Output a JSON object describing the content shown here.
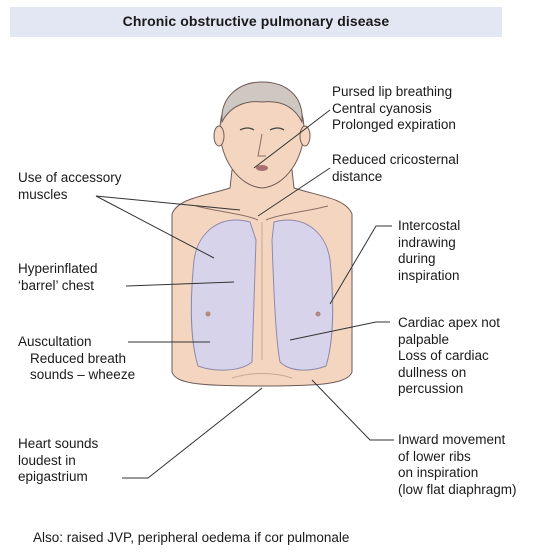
{
  "title": "Chronic obstructive pulmonary disease",
  "labels": {
    "pursed": [
      "Pursed lip breathing",
      "Central cyanosis",
      "Prolonged expiration"
    ],
    "cricosternal": [
      "Reduced cricosternal",
      "distance"
    ],
    "accessory": [
      "Use of accessory",
      "muscles"
    ],
    "intercostal": [
      "Intercostal",
      "indrawing",
      "during",
      "inspiration"
    ],
    "barrel": [
      "Hyperinflated",
      "‘barrel’ chest"
    ],
    "cardiac": [
      "Cardiac apex not",
      "palpable",
      "Loss of cardiac",
      "dullness on",
      "percussion"
    ],
    "auscultation": [
      "Auscultation",
      "Reduced breath",
      "sounds – wheeze"
    ],
    "heart": [
      "Heart sounds",
      "loudest in",
      "epigastrium"
    ],
    "ribs": [
      "Inward movement",
      "of lower ribs",
      "on inspiration",
      "(low flat diaphragm)"
    ]
  },
  "footer": "Also: raised JVP, peripheral oedema if cor pulmonale",
  "colors": {
    "title_bg": "#e3e6f3",
    "skin": "#f4d6c0",
    "lung": "#d7d3ea",
    "line": "#333333"
  }
}
